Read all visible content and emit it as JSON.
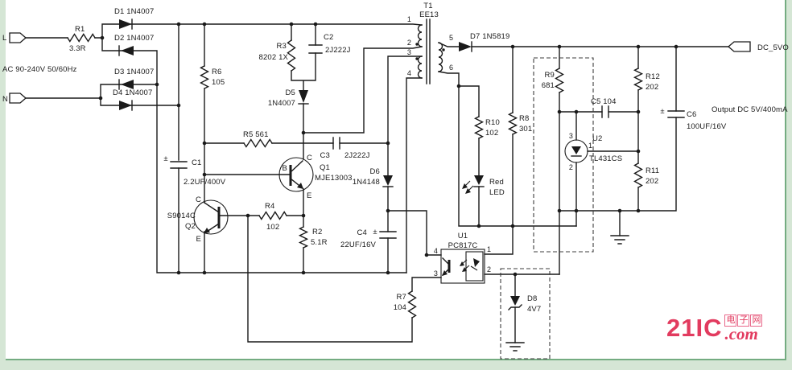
{
  "page": {
    "background": "#d5e6d5",
    "canvas": "#ffffff",
    "border_accent": "#74ac81",
    "ink": "#1a1a1a",
    "watermark_color": "#e23b5f"
  },
  "ports": {
    "l": "L",
    "n": "N",
    "dc": "DC_5VO"
  },
  "notes": {
    "ac_input": "AC 90-240V 50/60Hz",
    "output": "Output DC 5V/400mA"
  },
  "polarity_mark": "±",
  "components": {
    "r1": {
      "ref": "R1",
      "value": "3.3R"
    },
    "r2": {
      "ref": "R2",
      "value": "5.1R"
    },
    "r3": {
      "ref": "R3",
      "value": "8202 1X"
    },
    "r4": {
      "ref": "R4",
      "value": "102"
    },
    "r5": {
      "label": "R5 561"
    },
    "r6": {
      "ref": "R6",
      "value": "105"
    },
    "r7": {
      "ref": "R7",
      "value": "104"
    },
    "r8": {
      "ref": "R8",
      "value": "301"
    },
    "r9": {
      "ref": "R9",
      "value": "681"
    },
    "r10": {
      "ref": "R10",
      "value": "102"
    },
    "r11": {
      "ref": "R11",
      "value": "202"
    },
    "r12": {
      "ref": "R12",
      "value": "202"
    },
    "c1": {
      "ref": "C1",
      "value": "2.2UF/400V"
    },
    "c2": {
      "ref": "C2",
      "value": "2J222J"
    },
    "c3": {
      "ref": "C3",
      "value": "2J222J"
    },
    "c4": {
      "ref": "C4",
      "value": "22UF/16V"
    },
    "c5": {
      "label": "C5 104"
    },
    "c6": {
      "ref": "C6",
      "value": "100UF/16V"
    },
    "d1": {
      "label": "D1 1N4007"
    },
    "d2": {
      "label": "D2 1N4007"
    },
    "d3": {
      "label": "D3 1N4007"
    },
    "d4": {
      "label": "D4 1N4007"
    },
    "d5": {
      "ref": "D5",
      "value": "1N4007"
    },
    "d6": {
      "ref": "D6",
      "value": "1N4148"
    },
    "d7": {
      "label": "D7 1N5819"
    },
    "d8": {
      "ref": "D8",
      "value": "4V7"
    },
    "led": {
      "line1": "Red",
      "line2": "LED"
    },
    "q1": {
      "ref": "Q1",
      "model": "MJE13003",
      "c": "C",
      "b": "B",
      "e": "E"
    },
    "q2": {
      "model": "S9014C",
      "ref": "Q2",
      "c": "C",
      "e": "E"
    },
    "t1": {
      "ref": "T1",
      "model": "EE13",
      "p1": "1",
      "p2": "2",
      "p3": "3",
      "p4": "4",
      "p5": "5",
      "p6": "6"
    },
    "u1": {
      "ref": "U1",
      "model": "PC817C",
      "p1": "1",
      "p2": "2",
      "p3": "3",
      "p4": "4"
    },
    "u2": {
      "ref": "U2",
      "model": "TL431CS",
      "p1": "1",
      "p2": "2",
      "p3": "3"
    }
  },
  "watermark": {
    "brand": "21IC",
    "suffix": ".com",
    "cn": [
      "电",
      "子",
      "网"
    ]
  }
}
